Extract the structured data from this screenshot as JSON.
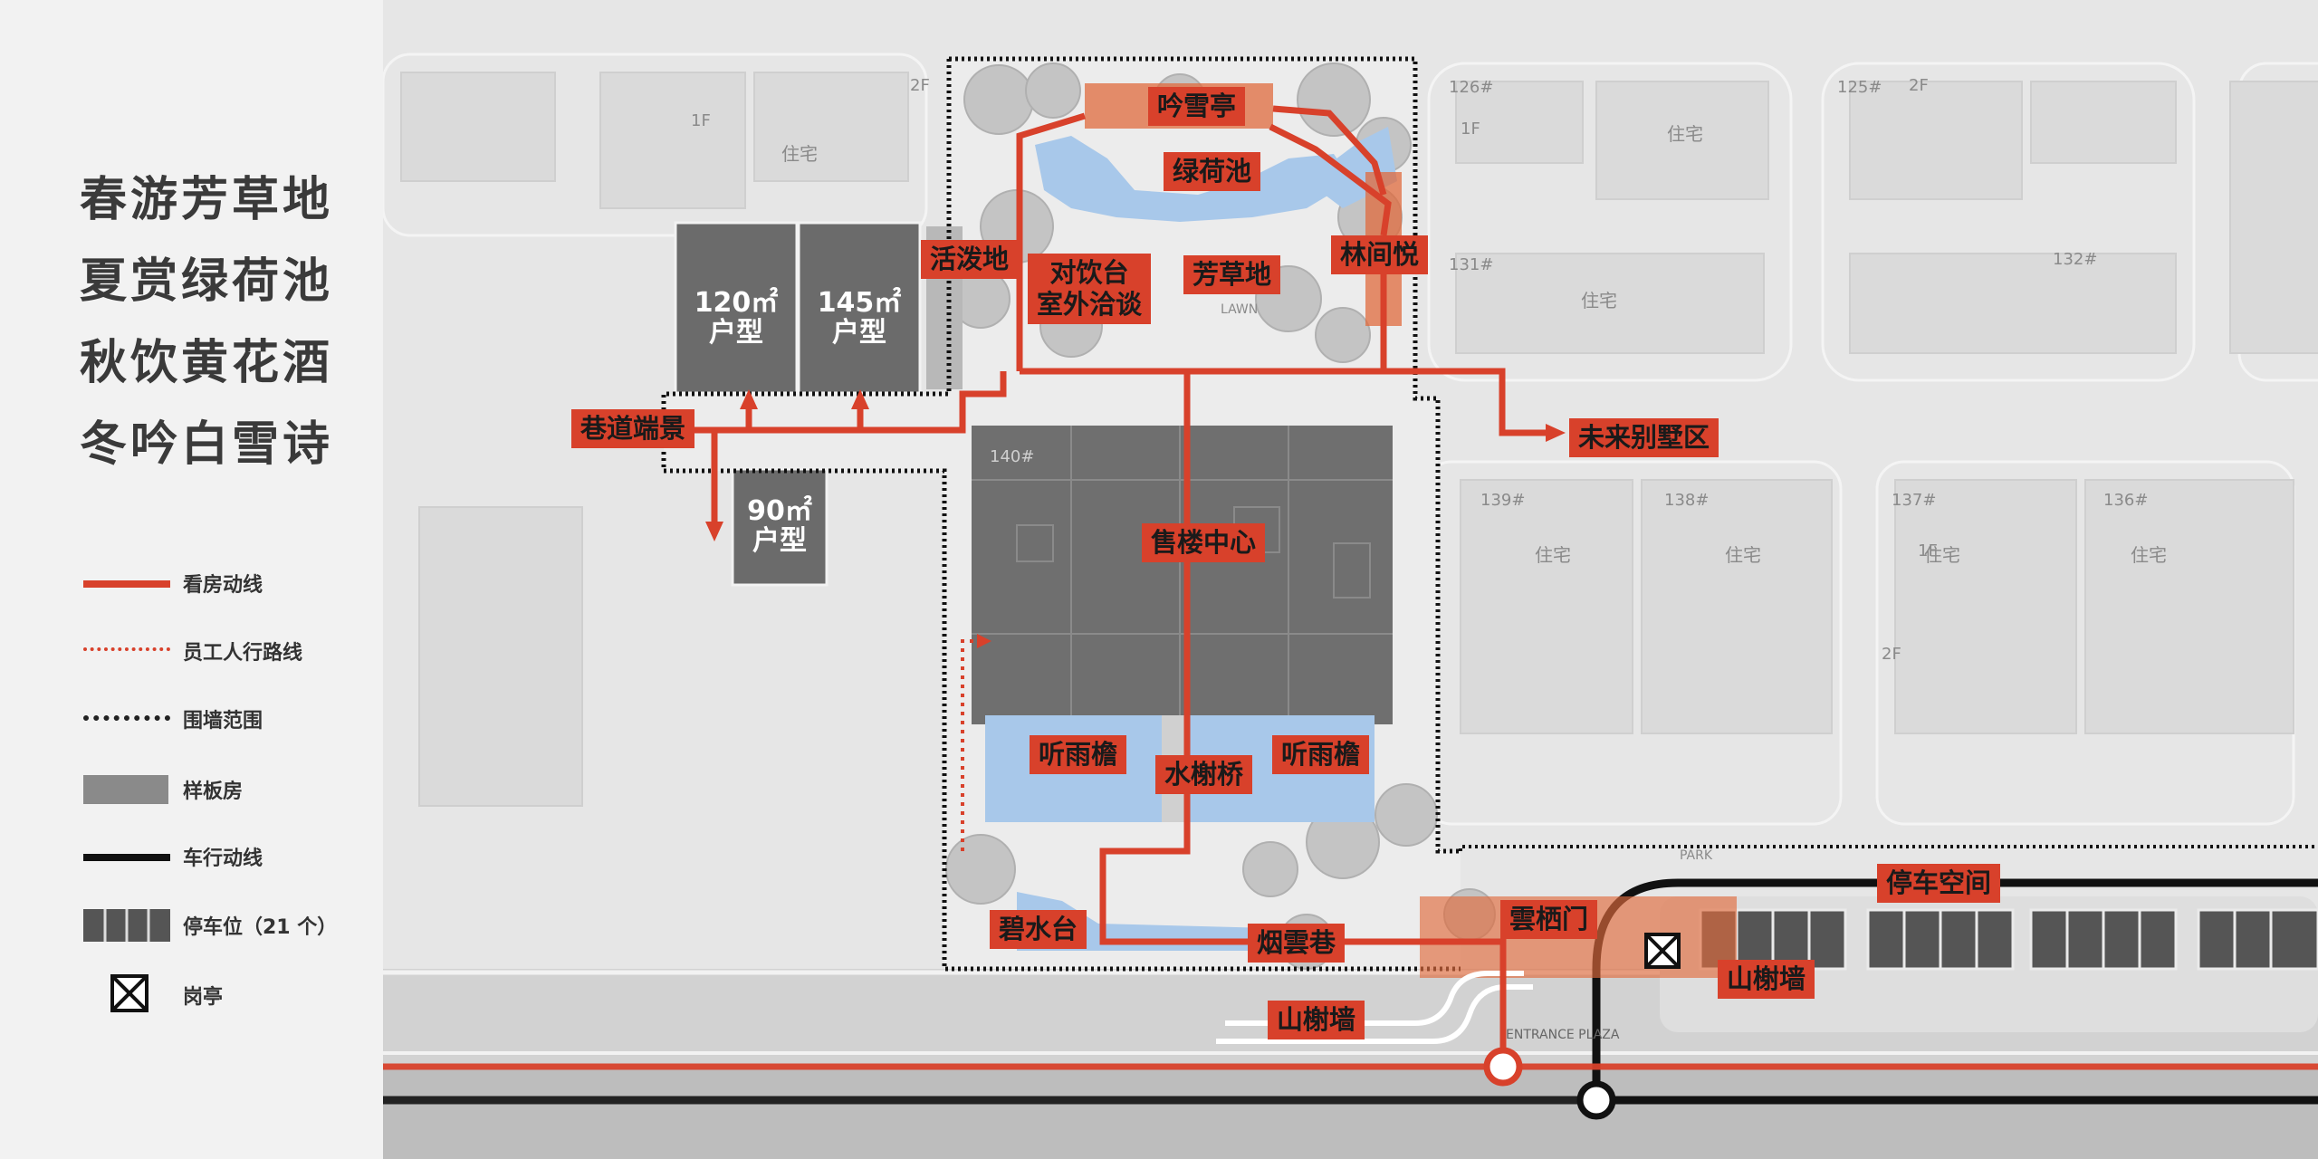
{
  "poem": [
    "春游芳草地",
    "夏赏绿荷池",
    "秋饮黄花酒",
    "冬吟白雪诗"
  ],
  "legend": [
    {
      "label": "看房动线",
      "icon": "red-solid-line"
    },
    {
      "label": "员工人行路线",
      "icon": "red-dotted-line"
    },
    {
      "label": "围墙范围",
      "icon": "black-dotted-line"
    },
    {
      "label": "样板房",
      "icon": "gray-block"
    },
    {
      "label": "车行动线",
      "icon": "black-solid-line"
    },
    {
      "label": "停车位（21 个）",
      "icon": "parking-stalls"
    },
    {
      "label": "岗亭",
      "icon": "guard-booth-icon"
    }
  ],
  "labels": {
    "yinxueting": "吟雪亭",
    "lvhechi": "绿荷池",
    "linjianyue": "林间悦",
    "huopodi": "活泼地",
    "duiyintai": "对饮台",
    "shiwaiqiatan": "室外洽谈",
    "fangcaodi": "芳草地",
    "xiangdao": "巷道端景",
    "weilai": "未来别墅区",
    "shoulou": "售楼中心",
    "tingyu1": "听雨檐",
    "tingyu2": "听雨檐",
    "shuixieqiao": "水榭桥",
    "bishuitai": "碧水台",
    "yanyunxiang": "烟雲巷",
    "yunqimen": "雲栖门",
    "shanxieqiang1": "山榭墙",
    "shanxieqiang2": "山榭墙",
    "tingche": "停车空间"
  },
  "units": {
    "u120_area": "120㎡",
    "u120_type": "户型",
    "u145_area": "145㎡",
    "u145_type": "户型",
    "u90_area": "90㎡",
    "u90_type": "户型"
  },
  "plan_text": {
    "b126": "126#",
    "b125": "125#",
    "b131": "131#",
    "b132": "132#",
    "b139": "139#",
    "b138": "138#",
    "b137": "137#",
    "b136": "136#",
    "b140": "140#",
    "zhuzhai": "住宅",
    "floor1": "1F",
    "floor2": "2F",
    "lawn": "LAWN",
    "park": "PARK",
    "entrance": "ENTRANCE PLAZA"
  },
  "colors": {
    "route_red": "#d8412b",
    "accent_orange": "#e86a3a",
    "water_blue": "#a8c8ea",
    "model_gray": "#6b6b6b",
    "vehicle_black": "#111111"
  }
}
